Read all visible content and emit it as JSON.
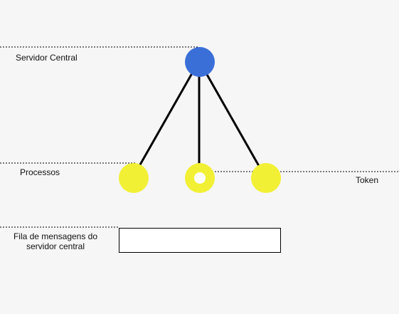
{
  "labels": {
    "server": "Servidor Central",
    "processes": "Processos",
    "token": "Token",
    "queue": "Fila de mensagens do servidor central"
  },
  "colors": {
    "server_node": "#3a6fd8",
    "process_node": "#f1f035",
    "token": "#ffffff",
    "edge": "#000000",
    "background": "#f6f6f6"
  },
  "diagram": {
    "server_count": 1,
    "process_count": 3,
    "token_holder_index": 1,
    "queue_messages": []
  }
}
